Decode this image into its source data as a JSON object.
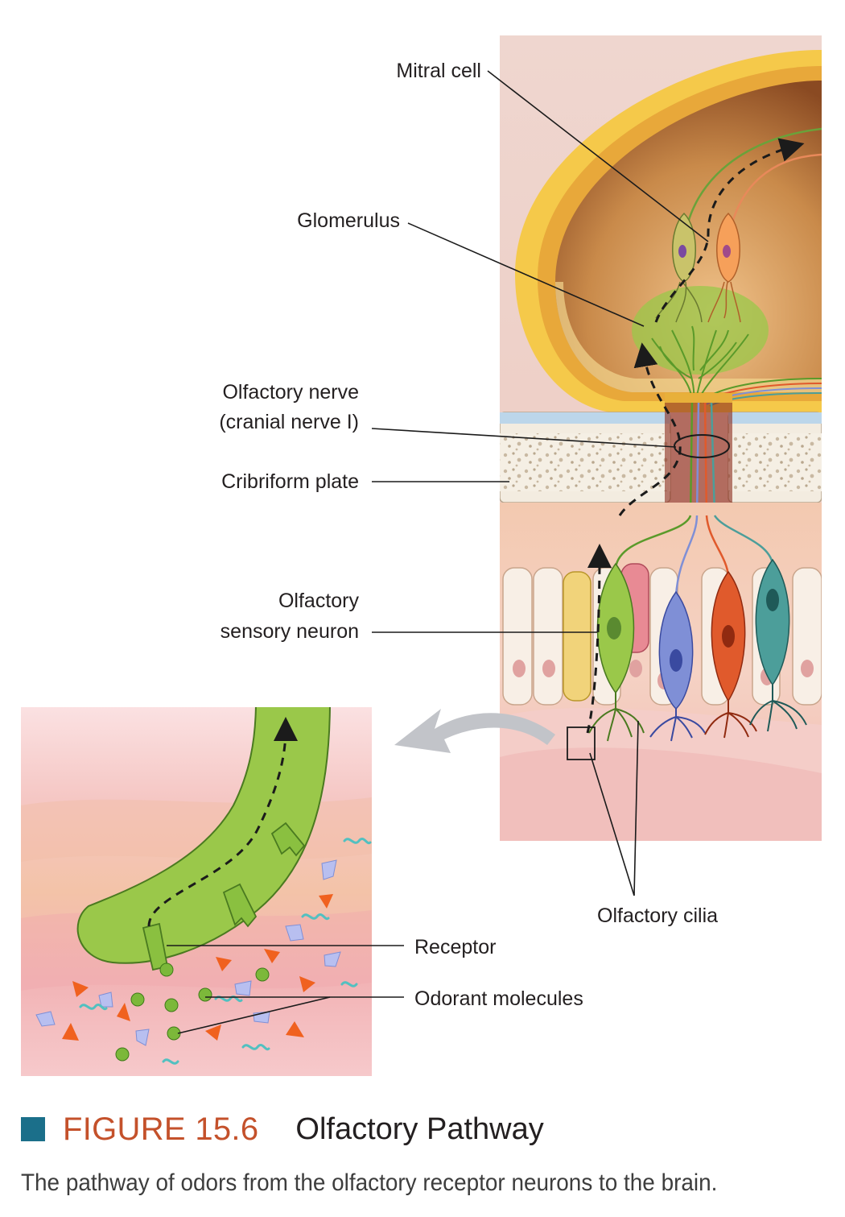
{
  "labels": {
    "mitral_cell": "Mitral cell",
    "glomerulus": "Glomerulus",
    "olfactory_nerve_line1": "Olfactory nerve",
    "olfactory_nerve_line2": "(cranial nerve I)",
    "cribriform_plate": "Cribriform plate",
    "sensory_neuron_line1": "Olfactory",
    "sensory_neuron_line2": "sensory neuron",
    "olfactory_cilia": "Olfactory cilia",
    "receptor": "Receptor",
    "odorant_molecules": "Odorant molecules"
  },
  "caption": {
    "figure_number": "FIGURE 15.6",
    "title": "Olfactory Pathway",
    "description": "The pathway of odors from the olfactory receptor neurons to the brain."
  },
  "colors": {
    "accent_square": "#1b6f8a",
    "figure_number": "#c4512b",
    "neuron_green": "#9ac84a",
    "neuron_blue": "#7f8fd6",
    "neuron_red": "#e05a2c",
    "neuron_teal": "#4c9e9a",
    "mitral_orange": "#f6a05a",
    "bone": "#f3ece0",
    "bulb_yellow": "#f5c94a"
  }
}
